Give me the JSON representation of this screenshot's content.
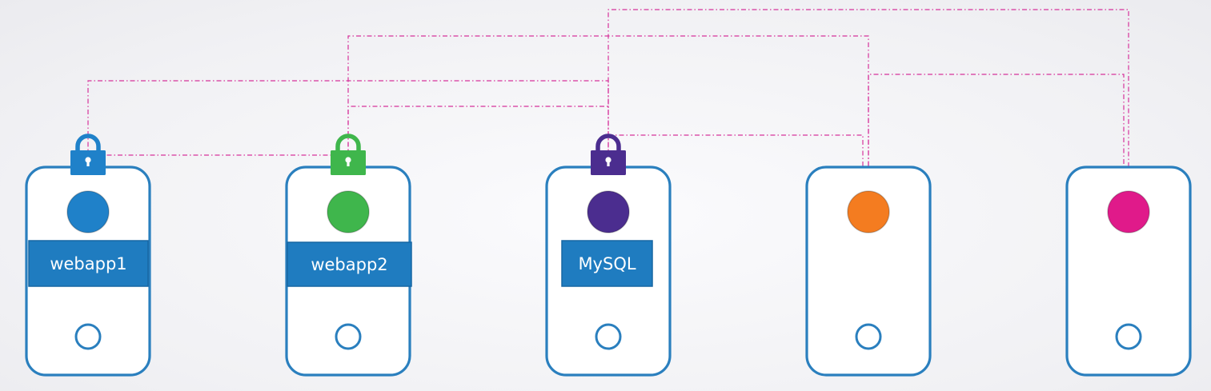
{
  "colors": {
    "device_border": "#2a7fbe",
    "label_fill": "#1f7cc0",
    "policy_line": "#d6339b"
  },
  "nodes": [
    {
      "id": "webapp1",
      "label": "webapp1",
      "color": "#1f81c9",
      "locked": true
    },
    {
      "id": "webapp2",
      "label": "webapp2",
      "color": "#3fb64c",
      "locked": true
    },
    {
      "id": "mysql",
      "label": "MySQL",
      "color": "#4b2d8f",
      "locked": true
    },
    {
      "id": "pod4",
      "label": "",
      "color": "#f47c20",
      "locked": false
    },
    {
      "id": "pod5",
      "label": "",
      "color": "#e01a8a",
      "locked": false
    }
  ],
  "icons": {
    "lock": "padlock-icon",
    "pod": "pod-circle-icon",
    "home": "home-button-icon"
  }
}
